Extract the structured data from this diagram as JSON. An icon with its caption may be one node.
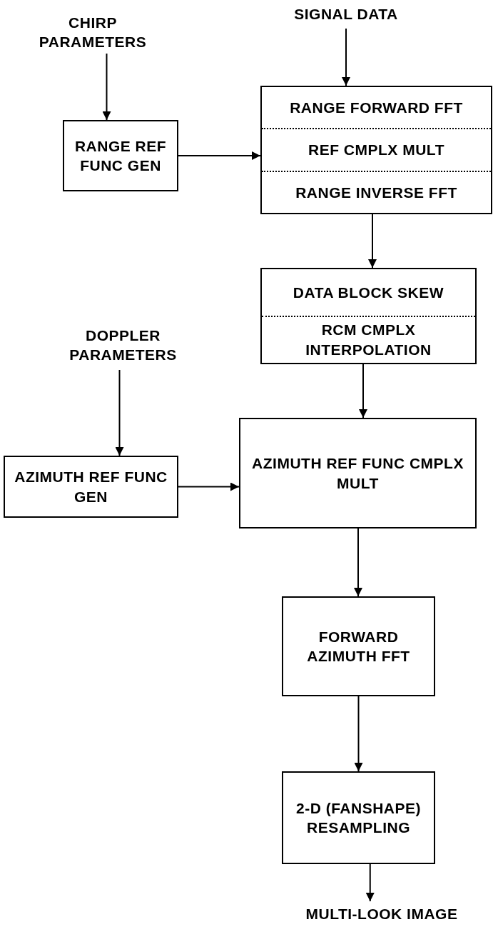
{
  "diagram": {
    "nodes": [
      {
        "text": [
          "CHIRP PARAMETERS"
        ]
      },
      {
        "text": [
          "SIGNAL DATA"
        ]
      },
      {
        "text": [
          "RANGE REF FUNC GEN"
        ]
      },
      {
        "text": [
          "RANGE FORWARD FFT",
          "REF CMPLX MULT",
          "RANGE INVERSE FFT"
        ]
      },
      {
        "text": [
          "DATA BLOCK SKEW",
          "RCM CMPLX INTERPOLATION"
        ]
      },
      {
        "text": [
          "DOPPLER PARAMETERS"
        ]
      },
      {
        "text": [
          "AZIMUTH REF FUNC GEN"
        ]
      },
      {
        "text": [
          "AZIMUTH REF FUNC CMPLX MULT"
        ]
      },
      {
        "text": [
          "FORWARD AZIMUTH FFT"
        ]
      },
      {
        "text": [
          "2-D (FANSHAPE) RESAMPLING"
        ]
      },
      {
        "text": [
          "MULTI-LOOK IMAGE"
        ]
      }
    ],
    "edges": [
      {
        "from": 0,
        "to": 2,
        "arrow": "to"
      },
      {
        "from": 1,
        "to": 3,
        "arrow": "to"
      },
      {
        "from": 2,
        "to": 3,
        "arrow": "to"
      },
      {
        "from": 3,
        "to": 4,
        "arrow": "to"
      },
      {
        "from": 4,
        "to": 7,
        "arrow": "to"
      },
      {
        "from": 5,
        "to": 6,
        "arrow": "to"
      },
      {
        "from": 6,
        "to": 7,
        "arrow": "to"
      },
      {
        "from": 7,
        "to": 8,
        "arrow": "to"
      },
      {
        "from": 8,
        "to": 9,
        "arrow": "to"
      },
      {
        "from": 9,
        "to": 10,
        "arrow": "to"
      }
    ]
  }
}
